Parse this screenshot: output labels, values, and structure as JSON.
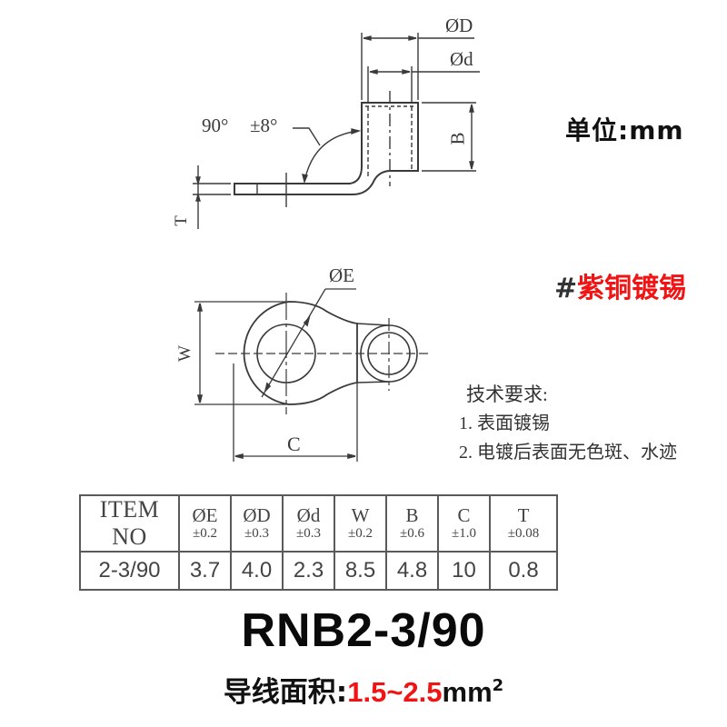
{
  "side_view": {
    "labels": {
      "outer_diameter": "ØD",
      "inner_diameter": "Ød",
      "barrel_length": "B",
      "thickness": "T",
      "angle": "90°",
      "angle_tolerance": "±8°"
    }
  },
  "top_view": {
    "labels": {
      "hole_diameter": "ØE",
      "width": "W",
      "length": "C"
    }
  },
  "unit_label": "单位:mm",
  "material": {
    "hash": "#",
    "text": "紫铜镀锡",
    "color": "#f01414"
  },
  "tech_requirements": {
    "title": "技术要求:",
    "items": [
      "1. 表面镀锡",
      "2. 电镀后表面无色斑、水迹"
    ]
  },
  "spec_table": {
    "columns": [
      {
        "symbol": "ITEM NO",
        "tolerance": ""
      },
      {
        "symbol": "ØE",
        "tolerance": "±0.2"
      },
      {
        "symbol": "ØD",
        "tolerance": "±0.3"
      },
      {
        "symbol": "Ød",
        "tolerance": "±0.3"
      },
      {
        "symbol": "W",
        "tolerance": "±0.2"
      },
      {
        "symbol": "B",
        "tolerance": "±0.6"
      },
      {
        "symbol": "C",
        "tolerance": "±1.0"
      },
      {
        "symbol": "T",
        "tolerance": "±0.08"
      }
    ],
    "rows": [
      [
        "2-3/90",
        "3.7",
        "4.0",
        "2.3",
        "8.5",
        "4.8",
        "10",
        "0.8"
      ]
    ]
  },
  "model_name": "RNB2-3/90",
  "wire_area": {
    "label": "导线面积:",
    "range": "1.5~2.5",
    "unit": "mm",
    "superscript": "2",
    "range_color": "#f01414"
  }
}
